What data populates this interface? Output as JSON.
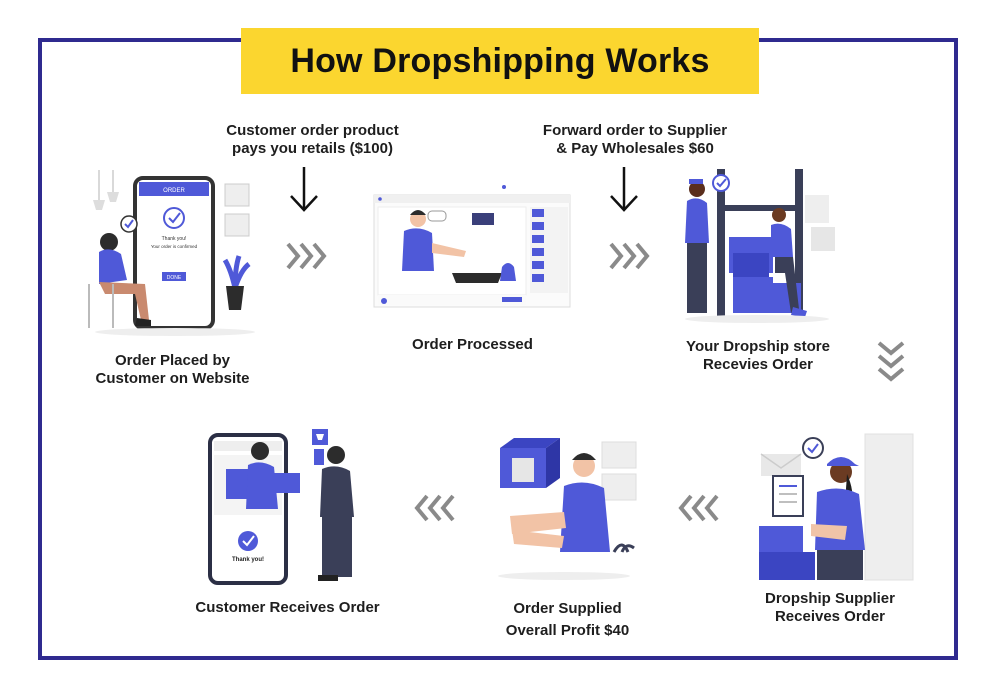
{
  "title": "How Dropshipping Works",
  "colors": {
    "frame": "#2f2a8f",
    "title_bg": "#fbd62f",
    "accent": "#4f59d8",
    "chevron": "#8a8a8a"
  },
  "annotations": {
    "customer_pays_line1": "Customer order product",
    "customer_pays_line2": "pays you retails ($100)",
    "forward_order_line1": "Forward order to Supplier",
    "forward_order_line2": "& Pay Wholesales $60"
  },
  "steps": [
    {
      "line1": "Order Placed by",
      "line2": "Customer on Website",
      "icon": "phone-order-illustration"
    },
    {
      "line1": "Order Processed",
      "icon": "computer-processing-illustration"
    },
    {
      "line1": "Your Dropship store",
      "line2": "Recevies Order",
      "icon": "warehouse-boxes-illustration"
    },
    {
      "line1": "Dropship Supplier",
      "line2": "Receives Order",
      "icon": "supplier-clipboard-illustration"
    },
    {
      "line1": "Order Supplied",
      "line2": "Overall Profit $40",
      "icon": "delivery-handover-illustration"
    },
    {
      "line1": "Customer Receives Order",
      "icon": "customer-receives-illustration"
    }
  ],
  "phone_text": {
    "order_screen_header": "ORDER",
    "thank_you": "Thank you!",
    "order_confirmed": "Your order is confirmed",
    "done_button": "DONE",
    "thank_you_2": "Thank you!"
  }
}
